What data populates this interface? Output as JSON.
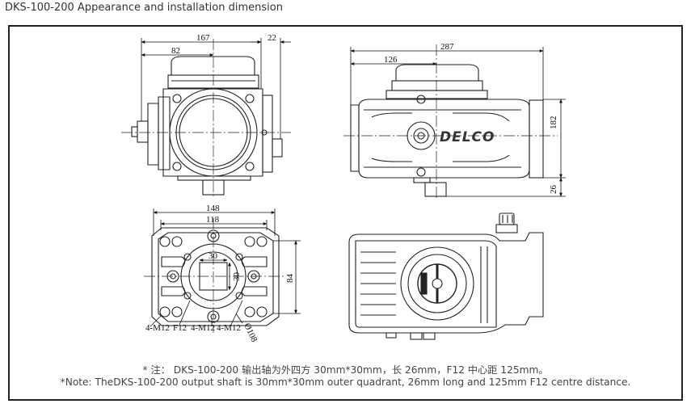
{
  "title": "DKS-100-200 Appearance and installation dimension",
  "views": {
    "front": {
      "width_167": "167",
      "offset_82": "82",
      "offset_22": "22"
    },
    "side": {
      "length_287": "287",
      "offset_126": "126",
      "height_182": "182",
      "shaft_26": "26",
      "logo": "DELCO"
    },
    "bottom": {
      "w148": "148",
      "w118": "118",
      "sq30a": "30",
      "sq30b": "30",
      "h84": "84",
      "m12_left": "4-M12",
      "f12": "F12",
      "m12_mid": "4-M12",
      "m12_right": "4-M12",
      "dia108": "Ø108"
    }
  },
  "notes": {
    "cn": "* 注： DKS-100-200 输出轴为外四方 30mm*30mm，长 26mm，F12 中心距 125mm。",
    "en": "*Note: TheDKS-100-200 output shaft is 30mm*30mm outer quadrant, 26mm long and 125mm F12 centre distance."
  }
}
